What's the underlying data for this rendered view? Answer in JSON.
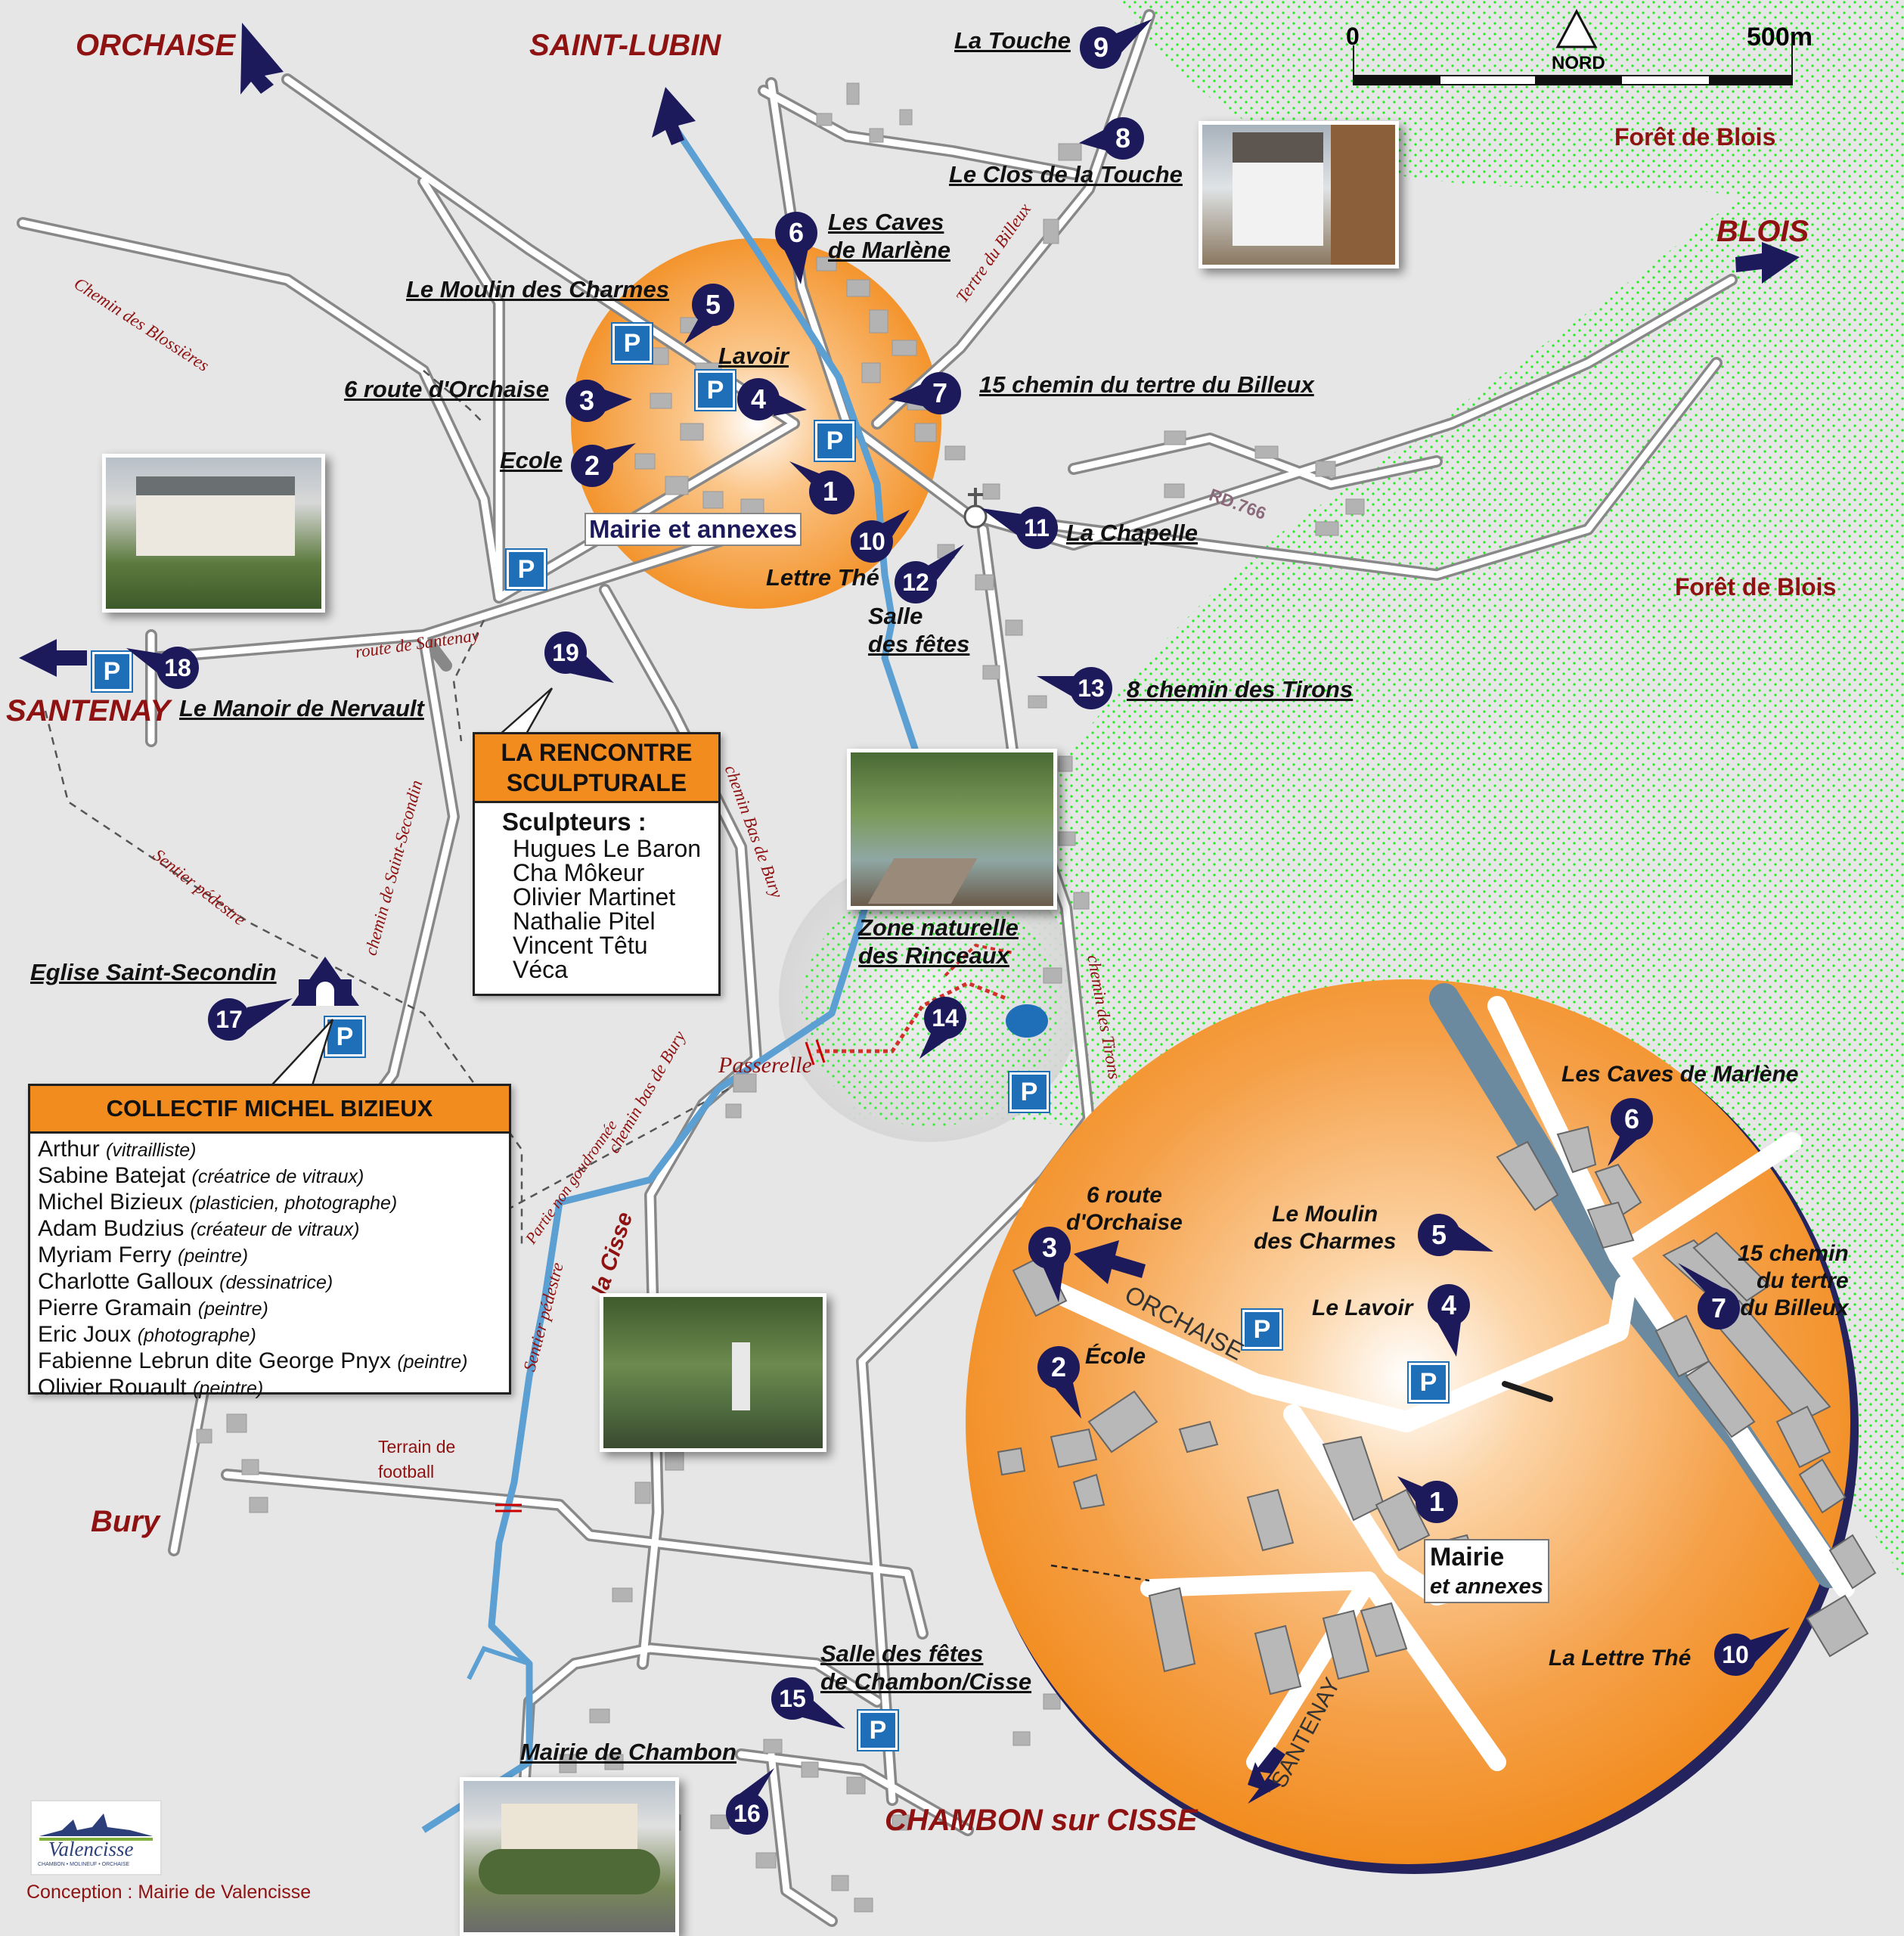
{
  "towns": {
    "orchaise": "ORCHAISE",
    "saint_lubin": "SAINT-LUBIN",
    "blois": "BLOIS",
    "santenay": "SANTENAY",
    "bury": "Bury",
    "chambon": "CHAMBON sur CISSE"
  },
  "forest_labels": [
    "Forêt de Blois",
    "Forêt de Blois"
  ],
  "scale": {
    "zero": "0",
    "end": "500m",
    "north": "NORD"
  },
  "road_labels": {
    "blossieres": "Chemin des Blossières",
    "tertre": "Tertre du Billeux",
    "rd766": "RD.766",
    "santenay": "route de Santenay",
    "saint_secondin": "chemin de Saint-Secondin",
    "sentier1": "Sentier pédestre",
    "bas_bury": "chemin Bas de Bury",
    "bas_bury2": "chemin bas de Bury",
    "non_goudronnee": "Partie non goudronnée",
    "sentier2": "Sentier pédestre",
    "la_cisse": "la Cisse",
    "tirons": "chemin des Tirons",
    "terrain": "Terrain de",
    "football": "football",
    "passerelle": "Passerelle"
  },
  "sites": [
    {
      "num": "1",
      "label": "Mairie et annexes"
    },
    {
      "num": "2",
      "label": "Ecole"
    },
    {
      "num": "3",
      "label": "6 route d'Orchaise"
    },
    {
      "num": "4",
      "label": "Lavoir"
    },
    {
      "num": "5",
      "label": "Le Moulin des Charmes"
    },
    {
      "num": "6",
      "label": "Les Caves",
      "label2": "de Marlène"
    },
    {
      "num": "7",
      "label": "15 chemin du tertre du Billeux"
    },
    {
      "num": "8",
      "label": "Le Clos de la Touche"
    },
    {
      "num": "9",
      "label": "La Touche"
    },
    {
      "num": "10",
      "label": "Lettre Thé"
    },
    {
      "num": "11",
      "label": "La Chapelle"
    },
    {
      "num": "12",
      "label": "Salle",
      "label2": "des fêtes"
    },
    {
      "num": "13",
      "label": "8 chemin des Tirons"
    },
    {
      "num": "14",
      "label": "Zone naturelle",
      "label2": "des Rinceaux"
    },
    {
      "num": "15",
      "label": "Salle des fêtes",
      "label2": "de Chambon/Cisse"
    },
    {
      "num": "16",
      "label": "Mairie de Chambon"
    },
    {
      "num": "17",
      "label": "Eglise Saint-Secondin"
    },
    {
      "num": "18",
      "label": "Le Manoir de Nervault"
    },
    {
      "num": "19",
      "label": ""
    }
  ],
  "parking_label": "P",
  "rencontre": {
    "title1": "LA RENCONTRE",
    "title2": "SCULPTURALE",
    "subtitle": "Sculpteurs :",
    "names": [
      "Hugues Le Baron",
      "Cha Môkeur",
      "Olivier Martinet",
      "Nathalie Pitel",
      "Vincent Têtu",
      "Véca"
    ]
  },
  "collectif": {
    "title": "COLLECTIF MICHEL BIZIEUX",
    "members": [
      {
        "name": "Arthur",
        "role": "(vitrailliste)"
      },
      {
        "name": "Sabine Batejat",
        "role": "(créatrice de vitraux)"
      },
      {
        "name": "Michel Bizieux",
        "role": "(plasticien, photographe)"
      },
      {
        "name": "Adam Budzius",
        "role": "(créateur de vitraux)"
      },
      {
        "name": "Myriam Ferry",
        "role": "(peintre)"
      },
      {
        "name": "Charlotte Galloux",
        "role": "(dessinatrice)"
      },
      {
        "name": "Pierre Gramain",
        "role": "(peintre)"
      },
      {
        "name": "Eric Joux",
        "role": "(photographe)"
      },
      {
        "name": "Fabienne Lebrun dite George Pnyx",
        "role": "(peintre)"
      },
      {
        "name": "Olivier Rouault",
        "role": "(peintre)"
      }
    ]
  },
  "inset": {
    "caves": "Les Caves de Marlène",
    "orchaise1": "6 route",
    "orchaise2": "d'Orchaise",
    "moulin1": "Le Moulin",
    "moulin2": "des Charmes",
    "lavoir": "Le Lavoir",
    "tertre1": "15 chemin",
    "tertre2": "du tertre",
    "tertre3": "du Billeux",
    "ecole": "École",
    "mairie1": "Mairie",
    "mairie2": "et annexes",
    "lettre": "La Lettre Thé",
    "road_orchaise": "ORCHAISE",
    "road_santenay": "SANTENAY",
    "pins": [
      "1",
      "2",
      "3",
      "4",
      "5",
      "6",
      "7",
      "10"
    ]
  },
  "logo": {
    "name": "Valencisse",
    "tagline": "CHAMBON • MOLINEUF • ORCHAISE"
  },
  "credit": "Conception : Mairie de Valencisse",
  "colors": {
    "orange": "#f28c1e",
    "navy": "#1d1a5c",
    "river": "#5b9fd3",
    "forest_dots": "#22ee22",
    "label_red": "#8f1212",
    "parking": "#1f6fb8"
  }
}
